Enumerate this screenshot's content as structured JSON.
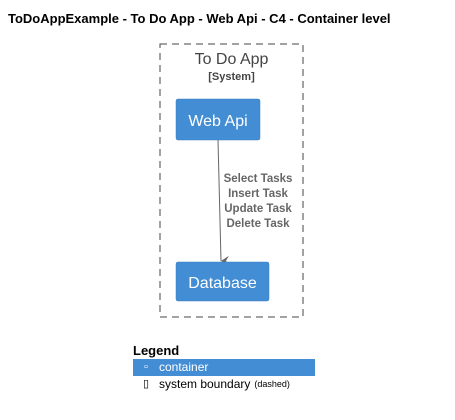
{
  "title": "ToDoAppExample - To Do App - Web Api - C4 - Container level",
  "colors": {
    "container_fill": "#438DD5",
    "container_text": "#FFFFFF",
    "boundary_stroke": "#444444",
    "relationship": "#666666"
  },
  "boundary": {
    "name": "To Do App",
    "type": "[System]"
  },
  "containers": {
    "web_api": {
      "label": "Web Api"
    },
    "database": {
      "label": "Database"
    }
  },
  "relationship": {
    "from": "Web Api",
    "to": "Database",
    "labels": [
      "Select Tasks",
      "Insert Task",
      "Update Task",
      "Delete Task"
    ]
  },
  "legend": {
    "title": "Legend",
    "items": [
      {
        "icon": "container-square-icon",
        "label": "container",
        "note": ""
      },
      {
        "icon": "boundary-square-icon",
        "label": "system boundary",
        "note": "(dashed)"
      }
    ]
  }
}
